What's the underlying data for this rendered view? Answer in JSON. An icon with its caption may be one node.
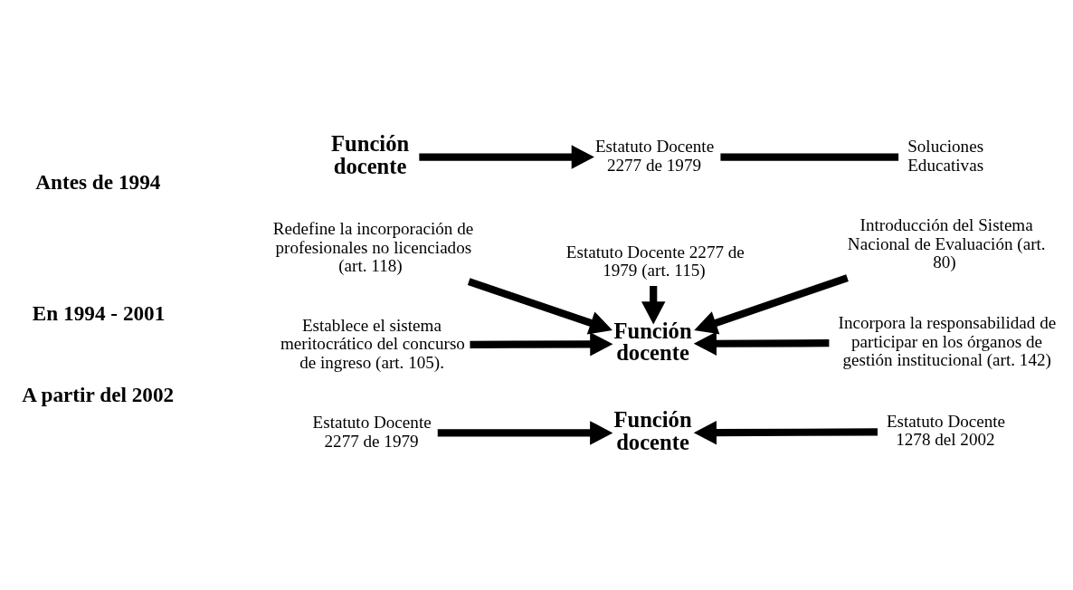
{
  "diagram": {
    "nodes": [
      {
        "text": [
          "Función docente"
        ]
      },
      {
        "text": [
          "Estatuto Docente 2277 de 1979"
        ]
      },
      {
        "text": [
          "Soluciones Educativas"
        ]
      },
      {
        "text": [
          "Estatuto Docente 2277 de 1979 (art. 115)"
        ]
      },
      {
        "text": [
          "Redefine la incorporación de profesionales no licenciados (art. 118)"
        ]
      },
      {
        "text": [
          "Introducción del Sistema Nacional de Evaluación (art. 80)"
        ]
      },
      {
        "text": [
          "Función docente"
        ]
      },
      {
        "text": [
          "Establece el sistema meritocrático del concurso de ingreso (art. 105)."
        ]
      },
      {
        "text": [
          "Incorpora la responsabilidad de participar en los órganos de gestión institucional (art. 142)"
        ]
      },
      {
        "text": [
          "Estatuto Docente 2277 de 1979"
        ]
      },
      {
        "text": [
          "Función docente"
        ]
      },
      {
        "text": [
          "Estatuto Docente 1278 del 2002"
        ]
      }
    ],
    "edges": [
      {
        "from": 0,
        "to": 1,
        "arrow": "to"
      },
      {
        "from": 1,
        "to": 2,
        "arrow": "none"
      },
      {
        "from": 3,
        "to": 6,
        "arrow": "to"
      },
      {
        "from": 4,
        "to": 6,
        "arrow": "to"
      },
      {
        "from": 5,
        "to": 6,
        "arrow": "to"
      },
      {
        "from": 7,
        "to": 6,
        "arrow": "to"
      },
      {
        "from": 8,
        "to": 6,
        "arrow": "to"
      },
      {
        "from": 9,
        "to": 10,
        "arrow": "to"
      },
      {
        "from": 11,
        "to": 10,
        "arrow": "to"
      }
    ],
    "labels": [
      "Antes de 1994",
      "En 1994 - 2001",
      "A partir del 2002"
    ]
  }
}
